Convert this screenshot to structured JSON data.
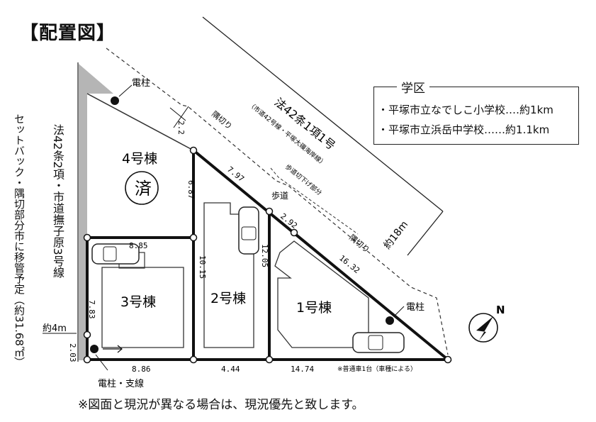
{
  "title": "【配置図】",
  "school": {
    "heading": "学区",
    "elementary": "・平塚市立なでしこ小学校‥‥約1km",
    "junior": "・平塚市立浜岳中学校‥‥‥約1.1km"
  },
  "road_main": {
    "name": "法42条1項1号",
    "sub": "（市道42号線・平塚大磯海岸線）",
    "width": "約18m",
    "sidewalk": "歩道",
    "sidewalk_cut": "歩道切下げ部分",
    "sumikiri": "隅切り",
    "sumikiri2": "隅切り",
    "setback_val": "2.2"
  },
  "road_side": {
    "name": "法42条2項・市道撫子原3号線",
    "width": "約4m"
  },
  "setback_note": "セットバック・隅切部分市に移管予定（約31.68㎡）",
  "lots": {
    "lot4": "4号棟",
    "lot4_status": "済",
    "lot3": "3号棟",
    "lot2": "2号棟",
    "lot1": "1号棟"
  },
  "dims": {
    "d_885": "8.85",
    "d_783": "7.83",
    "d_203": "2.03",
    "d_886": "8.86",
    "d_444": "4.44",
    "d_1474": "14.74",
    "d_687": "6.87",
    "d_1015": "10.15",
    "d_797": "7.97",
    "d_292": "2.92",
    "d_1205": "12.05",
    "d_1632": "16.32"
  },
  "poles": {
    "pole_top": "電柱",
    "pole_right": "電柱",
    "pole_bottom": "電柱・支線"
  },
  "parking_note": "※普通車1台（車種による）",
  "north": "N",
  "footnote": "※図面と現況が異なる場合は、現況優先と致します。"
}
